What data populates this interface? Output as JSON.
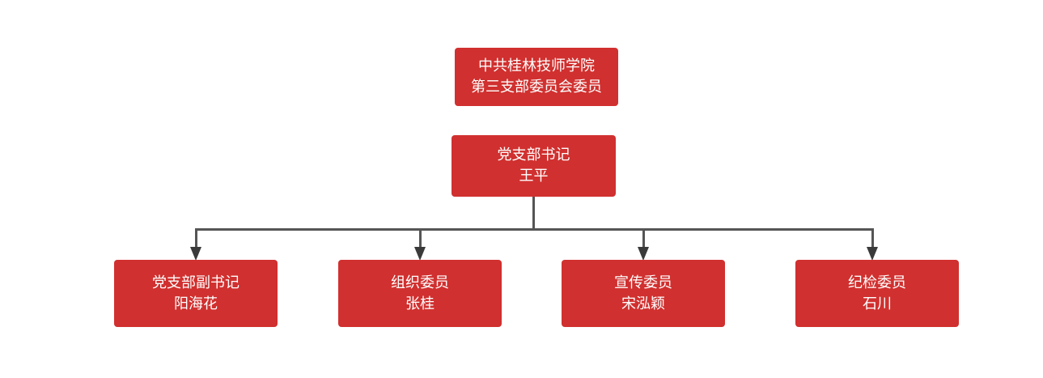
{
  "chart": {
    "type": "org-chart",
    "background_color": "#FFFFFF",
    "node_color": "#D0302F",
    "node_text_color": "#FFFFFF",
    "connector_color": "#555555",
    "arrow_color": "#3A3A3A"
  },
  "org_header": {
    "line1": "中共桂林技师学院",
    "line2": "第三支部委员会委员"
  },
  "secretary": {
    "title": "党支部书记",
    "name": "王平"
  },
  "members": [
    {
      "title": "党支部副书记",
      "name": "阳海花"
    },
    {
      "title": "组织委员",
      "name": "张桂"
    },
    {
      "title": "宣传委员",
      "name": "宋泓颖"
    },
    {
      "title": "纪检委员",
      "name": "石川"
    }
  ]
}
